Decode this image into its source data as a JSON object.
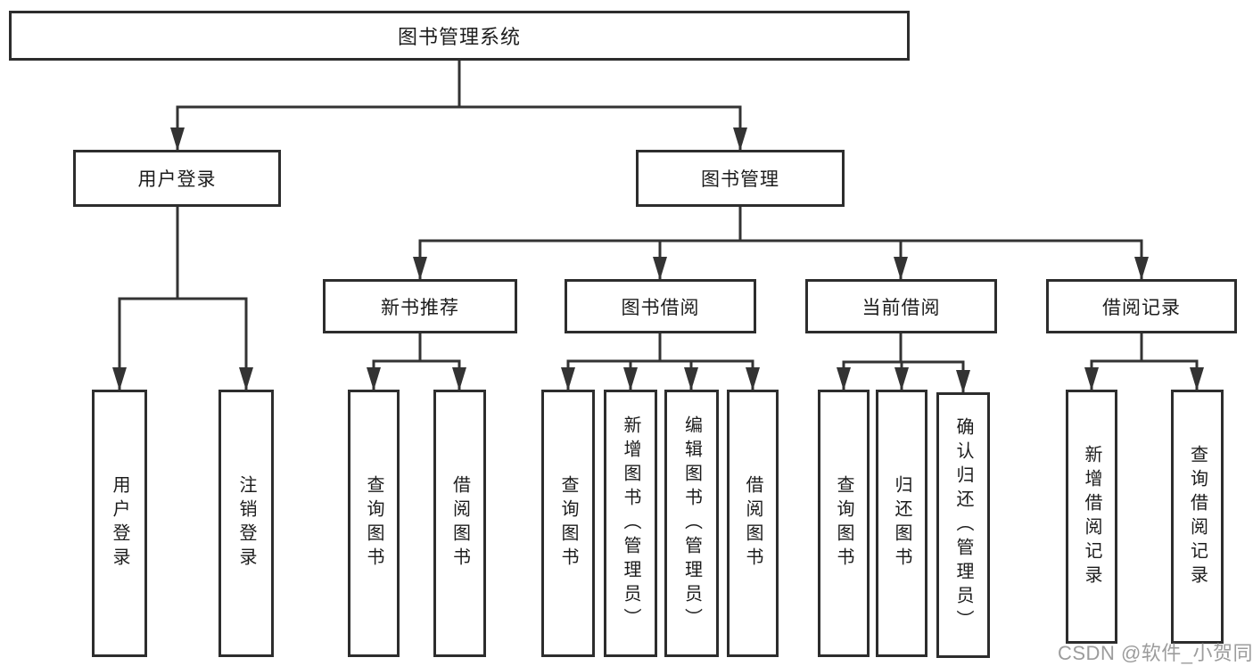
{
  "diagram": {
    "type": "hierarchy-tree",
    "watermark": "CSDN @软件_小贺同学",
    "colors": {
      "line": "#333333",
      "box_border": "#2d2d2d",
      "box_fill": "#ffffff",
      "text": "#1c1c1c",
      "watermark_text": "#9c9c9c",
      "background": "#ffffff"
    },
    "nodes": {
      "root": "图书管理系统",
      "level2": {
        "login": "用户登录",
        "manage": "图书管理"
      },
      "level3": {
        "recommend": "新书推荐",
        "borrow": "图书借阅",
        "current": "当前借阅",
        "records": "借阅记录"
      },
      "login_children": [
        "用户登录",
        "注销登录"
      ],
      "recommend_children": [
        "查询图书",
        "借阅图书"
      ],
      "borrow_children": [
        "查询图书",
        "新增图书（管理员）",
        "编辑图书（管理员）",
        "借阅图书"
      ],
      "current_children": [
        "查询图书",
        "归还图书",
        "确认归还（管理员）"
      ],
      "records_children": [
        "新增借阅记录",
        "查询借阅记录"
      ]
    }
  }
}
